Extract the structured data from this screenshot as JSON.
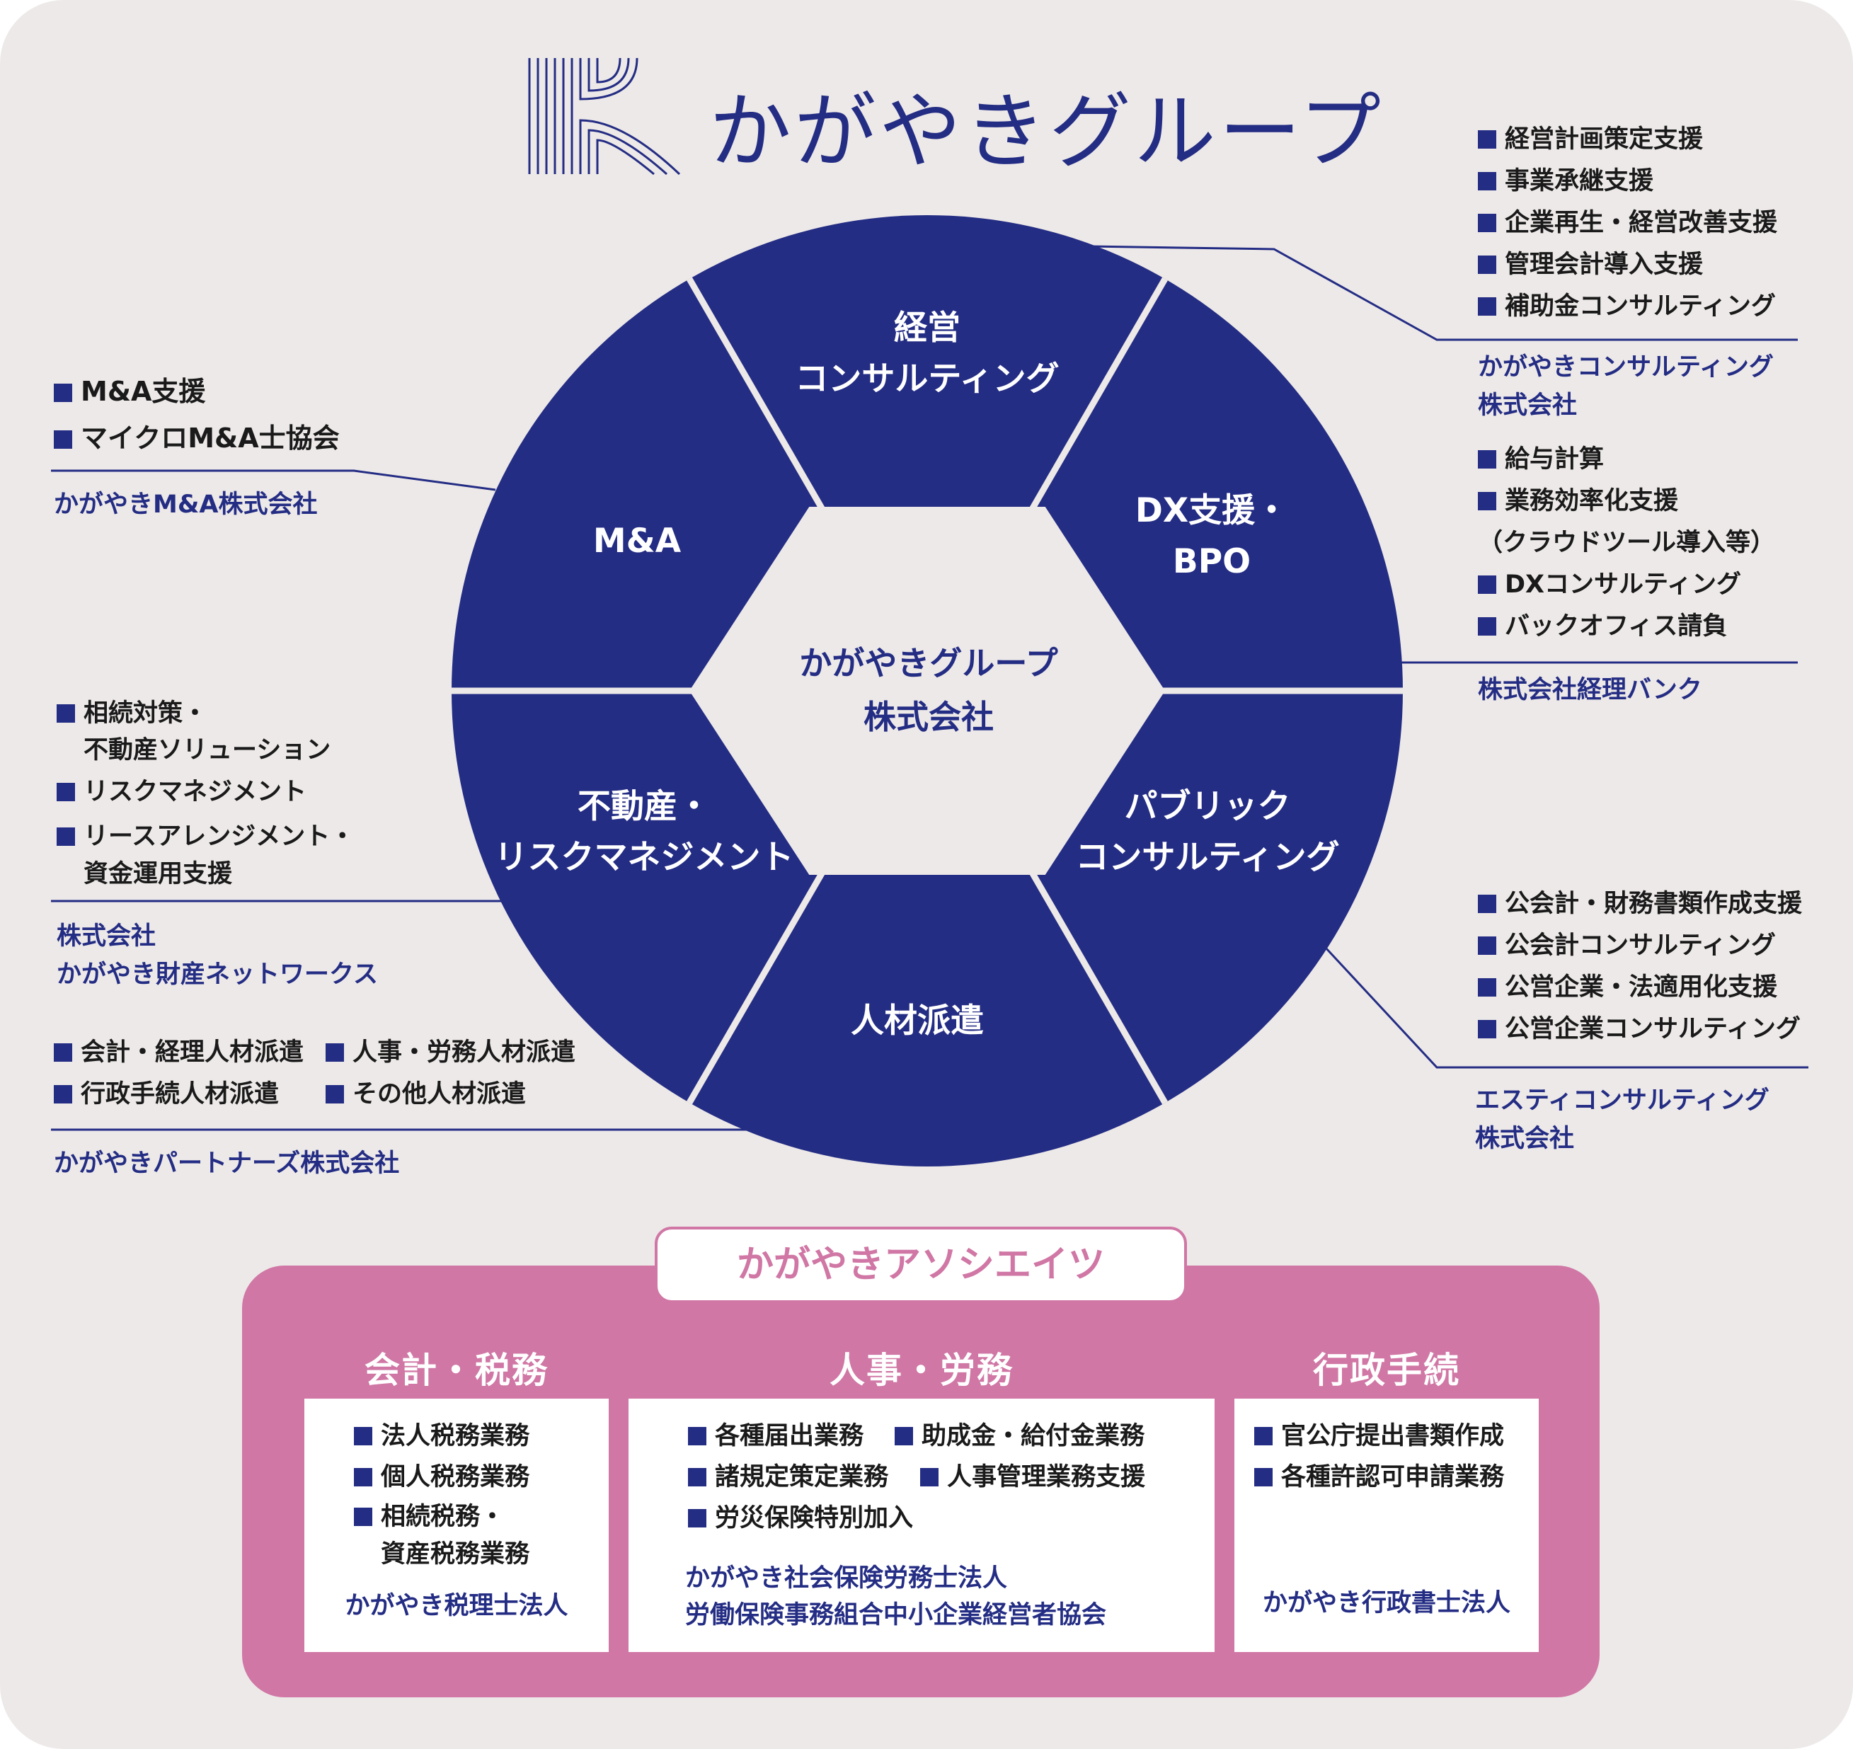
{
  "colors": {
    "navy": "#242d84",
    "pink": "#d077a5",
    "background": "#ede9e8"
  },
  "logo": {
    "icon": "k-stripes-icon",
    "text": "かがやきグループ"
  },
  "center": {
    "line1": "かがやきグループ",
    "line2": "株式会社"
  },
  "segments": {
    "consulting": {
      "line1": "経営",
      "line2": "コンサルティング"
    },
    "dx": {
      "line1": "DX支援・",
      "line2": "BPO"
    },
    "public": {
      "line1": "パブリック",
      "line2": "コンサルティング"
    },
    "staffing": {
      "line1": "人材派遣"
    },
    "realestate": {
      "line1": "不動産・",
      "line2": "リスクマネジメント"
    },
    "ma": {
      "line1": "M&A"
    }
  },
  "groups": {
    "consulting": {
      "items": [
        "経営計画策定支援",
        "事業承継支援",
        "企業再生・経営改善支援",
        "管理会計導入支援",
        "補助金コンサルティング"
      ],
      "company": "かがやきコンサルティング\n株式会社"
    },
    "dx": {
      "items": [
        "給与計算",
        "業務効率化支援",
        "（クラウドツール導入等）",
        "DXコンサルティング",
        "バックオフィス請負"
      ],
      "company": "株式会社経理バンク"
    },
    "public": {
      "items": [
        "公会計・財務書類作成支援",
        "公会計コンサルティング",
        "公営企業・法適用化支援",
        "公営企業コンサルティング"
      ],
      "company": "エスティコンサルティング\n株式会社"
    },
    "ma": {
      "items": [
        "M&A支援",
        "マイクロM&A士協会"
      ],
      "company": "かがやきM&A株式会社"
    },
    "realestate": {
      "items": [
        "相続対策・",
        "不動産ソリューション",
        "リスクマネジメント",
        "リースアレンジメント・",
        "資金運用支援"
      ],
      "company": "株式会社\nかがやき財産ネットワークス"
    },
    "staffing": {
      "items": [
        "会計・経理人材派遣",
        "人事・労務人材派遣",
        "行政手続人材派遣",
        "その他人材派遣"
      ],
      "company": "かがやきパートナーズ株式会社"
    }
  },
  "associates": {
    "title": "かがやきアソシエイツ",
    "columns": [
      {
        "title": "会計・税務",
        "items": [
          "法人税務業務",
          "個人税務業務",
          "相続税務・",
          "資産税務業務"
        ],
        "company": "かがやき税理士法人"
      },
      {
        "title": "人事・労務",
        "items": [
          "各種届出業務",
          "助成金・給付金業務",
          "諸規定策定業務",
          "人事管理業務支援",
          "労災保険特別加入"
        ],
        "company": "かがやき社会保険労務士法人\n労働保険事務組合中小企業経営者協会"
      },
      {
        "title": "行政手続",
        "items": [
          "官公庁提出書類作成",
          "各種許認可申請業務"
        ],
        "company": "かがやき行政書士法人"
      }
    ]
  }
}
